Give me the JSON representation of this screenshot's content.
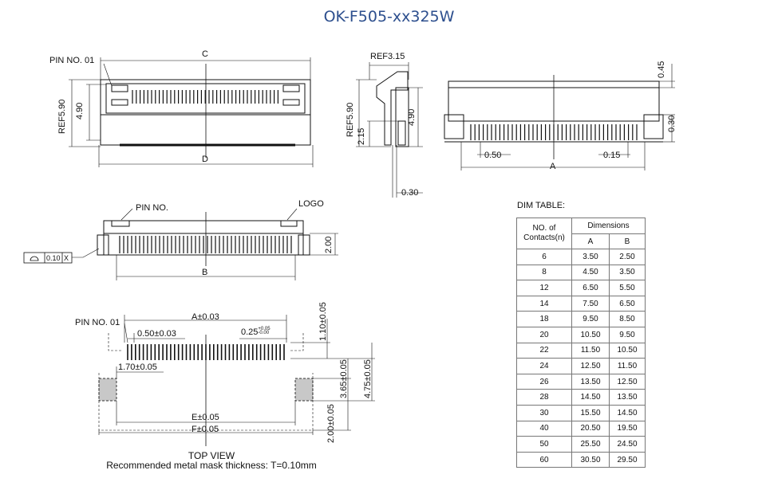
{
  "title": "OK-F505-xx325W",
  "front_view": {
    "pin_label": "PIN NO. 01",
    "dim_c": "C",
    "dim_d": "D",
    "dim_ref590": "REF5.90",
    "dim_490": "4.90"
  },
  "side_view": {
    "ref315": "REF3.15",
    "ref590": "REF5.90",
    "dim_215": "2.15",
    "dim_490": "4.90",
    "dim_030": "0.30"
  },
  "right_view": {
    "dim_045": "0.45",
    "dim_030": "0.30",
    "dim_050": "0.50",
    "dim_015": "0.15",
    "dim_a": "A"
  },
  "bottom_view": {
    "pin_label": "PIN NO.",
    "logo_label": "LOGO",
    "coplanarity": "0.10",
    "coplanarity_x": "X",
    "dim_b": "B",
    "dim_200": "2.00"
  },
  "top_view": {
    "pin_label": "PIN NO. 01",
    "a_dim": "A±0.03",
    "pitch": "0.50±0.03",
    "width_base": "0.25",
    "width_tol_plus": "+0.05",
    "width_tol_minus": "-0.00",
    "dim_170": "1.70±0.05",
    "dim_110": "1.10±0.05",
    "dim_365": "3.65±0.05",
    "dim_475": "4.75±0.05",
    "dim_200": "2.00±0.05",
    "e_dim": "E±0.05",
    "f_dim": "F±0.05",
    "caption1": "TOP VIEW",
    "caption2": "Recommended metal mask thickness: T=0.10mm"
  },
  "dim_table": {
    "title": "DIM TABLE:",
    "col_contacts": "NO. of Contacts(n)",
    "col_dimensions": "Dimensions",
    "col_a": "A",
    "col_b": "B",
    "rows": [
      [
        "6",
        "3.50",
        "2.50"
      ],
      [
        "8",
        "4.50",
        "3.50"
      ],
      [
        "12",
        "6.50",
        "5.50"
      ],
      [
        "14",
        "7.50",
        "6.50"
      ],
      [
        "18",
        "9.50",
        "8.50"
      ],
      [
        "20",
        "10.50",
        "9.50"
      ],
      [
        "22",
        "11.50",
        "10.50"
      ],
      [
        "24",
        "12.50",
        "11.50"
      ],
      [
        "26",
        "13.50",
        "12.50"
      ],
      [
        "28",
        "14.50",
        "13.50"
      ],
      [
        "30",
        "15.50",
        "14.50"
      ],
      [
        "40",
        "20.50",
        "19.50"
      ],
      [
        "50",
        "25.50",
        "24.50"
      ],
      [
        "60",
        "30.50",
        "29.50"
      ]
    ]
  }
}
